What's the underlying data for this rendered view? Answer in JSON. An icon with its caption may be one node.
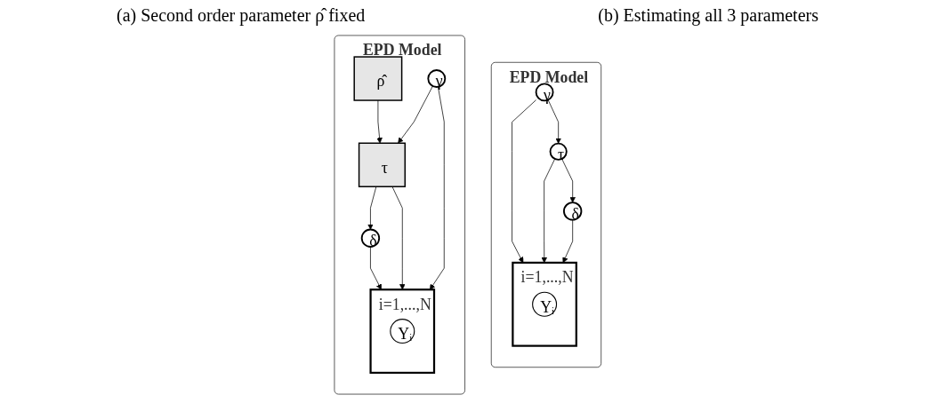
{
  "diagram": {
    "nodes": [
      {
        "text": [
          "EPD Model"
        ]
      },
      {
        "text": [
          "ρ̂"
        ],
        "in": 0
      },
      {
        "text": [
          "γ"
        ],
        "in": 0
      },
      {
        "text": [
          "τ"
        ],
        "in": 0
      },
      {
        "text": [
          "δ"
        ],
        "in": 0
      },
      {
        "text": [
          "i=1,...,N"
        ],
        "in": 0
      },
      {
        "text": [
          "Yᵢ"
        ],
        "in": 5
      },
      {
        "text": [
          "EPD Model"
        ]
      },
      {
        "text": [
          "γ"
        ],
        "in": 7
      },
      {
        "text": [
          "τ"
        ],
        "in": 7
      },
      {
        "text": [
          "δ"
        ],
        "in": 7
      },
      {
        "text": [
          "i=1,...,N"
        ],
        "in": 7
      },
      {
        "text": [
          "Yᵢ"
        ],
        "in": 11
      }
    ],
    "edges": [
      {
        "from": 1,
        "to": 3,
        "arrow": "to"
      },
      {
        "from": 2,
        "to": 3,
        "arrow": "to"
      },
      {
        "from": 3,
        "to": 4,
        "arrow": "to"
      },
      {
        "from": 2,
        "to": 5,
        "arrow": "to"
      },
      {
        "from": 3,
        "to": 5,
        "arrow": "to"
      },
      {
        "from": 4,
        "to": 5,
        "arrow": "to"
      },
      {
        "from": 8,
        "to": 9,
        "arrow": "to"
      },
      {
        "from": 9,
        "to": 10,
        "arrow": "to"
      },
      {
        "from": 8,
        "to": 11,
        "arrow": "to"
      },
      {
        "from": 9,
        "to": 11,
        "arrow": "to"
      },
      {
        "from": 10,
        "to": 11,
        "arrow": "to"
      }
    ],
    "labels": [
      "(a) Second order parameter ρ̂ fixed",
      "(b) Estimating all 3 parameters"
    ]
  }
}
